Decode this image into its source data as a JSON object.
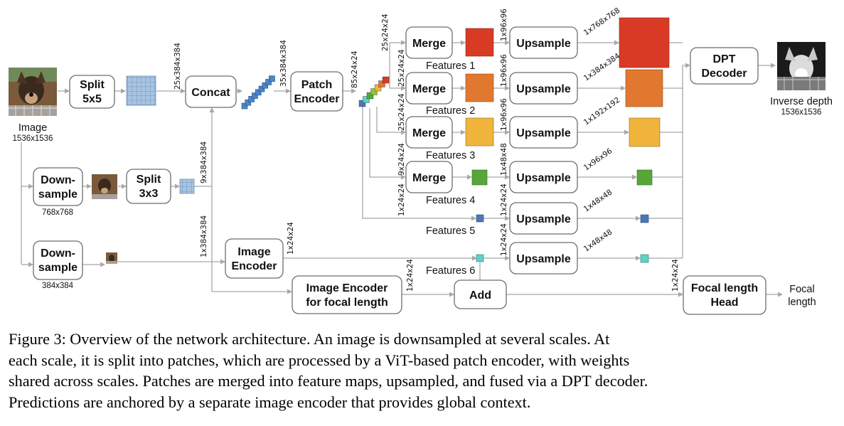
{
  "image": {
    "label": "Image",
    "size": "1536x1536"
  },
  "split5": {
    "l1": "Split",
    "l2": "5x5"
  },
  "downsample1": {
    "l1": "Down-",
    "l2": "sample",
    "size": "768x768"
  },
  "split3": {
    "l1": "Split",
    "l2": "3x3"
  },
  "downsample2": {
    "l1": "Down-",
    "l2": "sample",
    "size": "384x384"
  },
  "concat": "Concat",
  "patch_encoder": {
    "l1": "Patch",
    "l2": "Encoder"
  },
  "image_encoder": {
    "l1": "Image",
    "l2": "Encoder"
  },
  "focal_encoder": {
    "l1": "Image Encoder",
    "l2": "for focal length"
  },
  "add": "Add",
  "focal_head": {
    "l1": "Focal length",
    "l2": "Head"
  },
  "focal_out": {
    "l1": "Focal",
    "l2": "length"
  },
  "dpt": {
    "l1": "DPT",
    "l2": "Decoder"
  },
  "inverse_depth": {
    "label": "Inverse depth",
    "size": "1536x1536"
  },
  "merge": "Merge",
  "upsample": "Upsample",
  "features": [
    "Features 1",
    "Features 2",
    "Features 3",
    "Features 4",
    "Features 5",
    "Features 6"
  ],
  "dims": {
    "split5_out": "25x384x384",
    "split3_out": "9x384x384",
    "ds2_out": "1x384x384",
    "concat_out": "35x384x384",
    "patch_out": "85x24x24",
    "img_enc_out": "1x24x24",
    "focal_enc_out": "1x24x24",
    "add_out": "1x24x24",
    "merge_in": [
      "25x24x24",
      "25x24x24",
      "25x24x24",
      "9x24x24",
      "1x24x24"
    ],
    "feat": [
      "1x96x96",
      "1x96x96",
      "1x96x96",
      "1x48x48",
      "1x24x24",
      "1x24x24"
    ],
    "up": [
      "1x768x768",
      "1x384x384",
      "1x192x192",
      "1x96x96",
      "1x48x48",
      "1x48x48"
    ]
  },
  "colors": {
    "f1": "#d93a26",
    "f2": "#e2772f",
    "f3": "#f1b43c",
    "f4": "#55a838",
    "f5": "#4b78b4",
    "f6": "#5ed1c7",
    "edge": "#a8a8a8",
    "box_stroke": "#6e6e6e",
    "grid_blue": "#9cbad8"
  },
  "caption": [
    "Figure 3: Overview of the network architecture. An image is downsampled at several scales. At",
    "each scale, it is split into patches, which are processed by a ViT-based patch encoder, with weights",
    "shared across scales. Patches are merged into feature maps, upsampled, and fused via a DPT decoder.",
    "Predictions are anchored by a separate image encoder that provides global context."
  ]
}
